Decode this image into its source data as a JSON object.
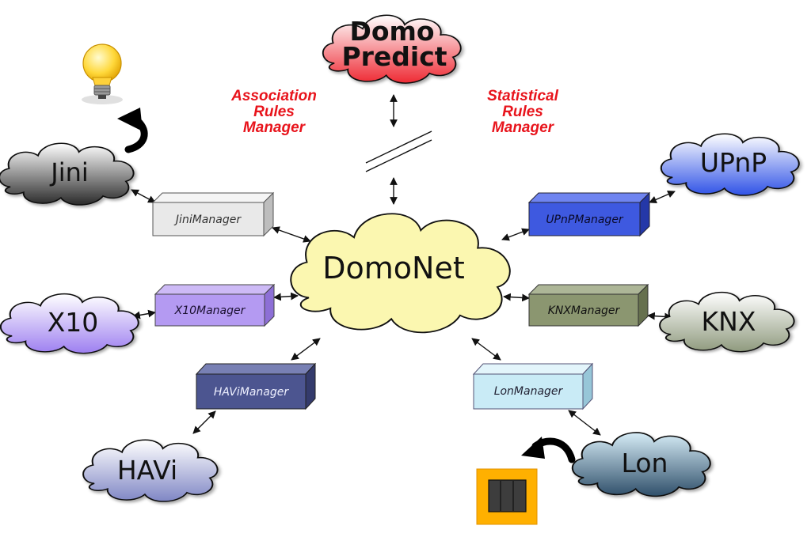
{
  "center": {
    "label": "DomoNet",
    "color": "#fbf7b0"
  },
  "predict": {
    "line1": "Domo",
    "line2": "Predict",
    "color": "#f0303a"
  },
  "rules": {
    "association": [
      "Association",
      "Rules",
      "Manager"
    ],
    "statistical": [
      "Statistical",
      "Rules",
      "Manager"
    ],
    "color": "#e8141c"
  },
  "networks": {
    "jini": {
      "label": "Jini",
      "color": "#5a5a5a"
    },
    "upnp": {
      "label": "UPnP",
      "color": "#3b5ee8"
    },
    "x10": {
      "label": "X10",
      "color": "#a98ef0"
    },
    "knx": {
      "label": "KNX",
      "color": "#9aa78c"
    },
    "havi": {
      "label": "HAVi",
      "color": "#8c92c8"
    },
    "lon": {
      "label": "Lon",
      "color": "#5d8fb5"
    }
  },
  "managers": {
    "jini": {
      "label": "JiniManager",
      "color": "#e9e9e9"
    },
    "upnp": {
      "label": "UPnPManager",
      "color": "#3e59e0"
    },
    "x10": {
      "label": "X10Manager",
      "color": "#b49af2"
    },
    "knx": {
      "label": "KNXManager",
      "color": "#8b9670"
    },
    "havi": {
      "label": "HAViManager",
      "color": "#4c5590"
    },
    "lon": {
      "label": "LonManager",
      "color": "#c9ebf6"
    }
  },
  "icons": {
    "bulb": "light-bulb-icon",
    "switch": "wall-switch-icon"
  }
}
